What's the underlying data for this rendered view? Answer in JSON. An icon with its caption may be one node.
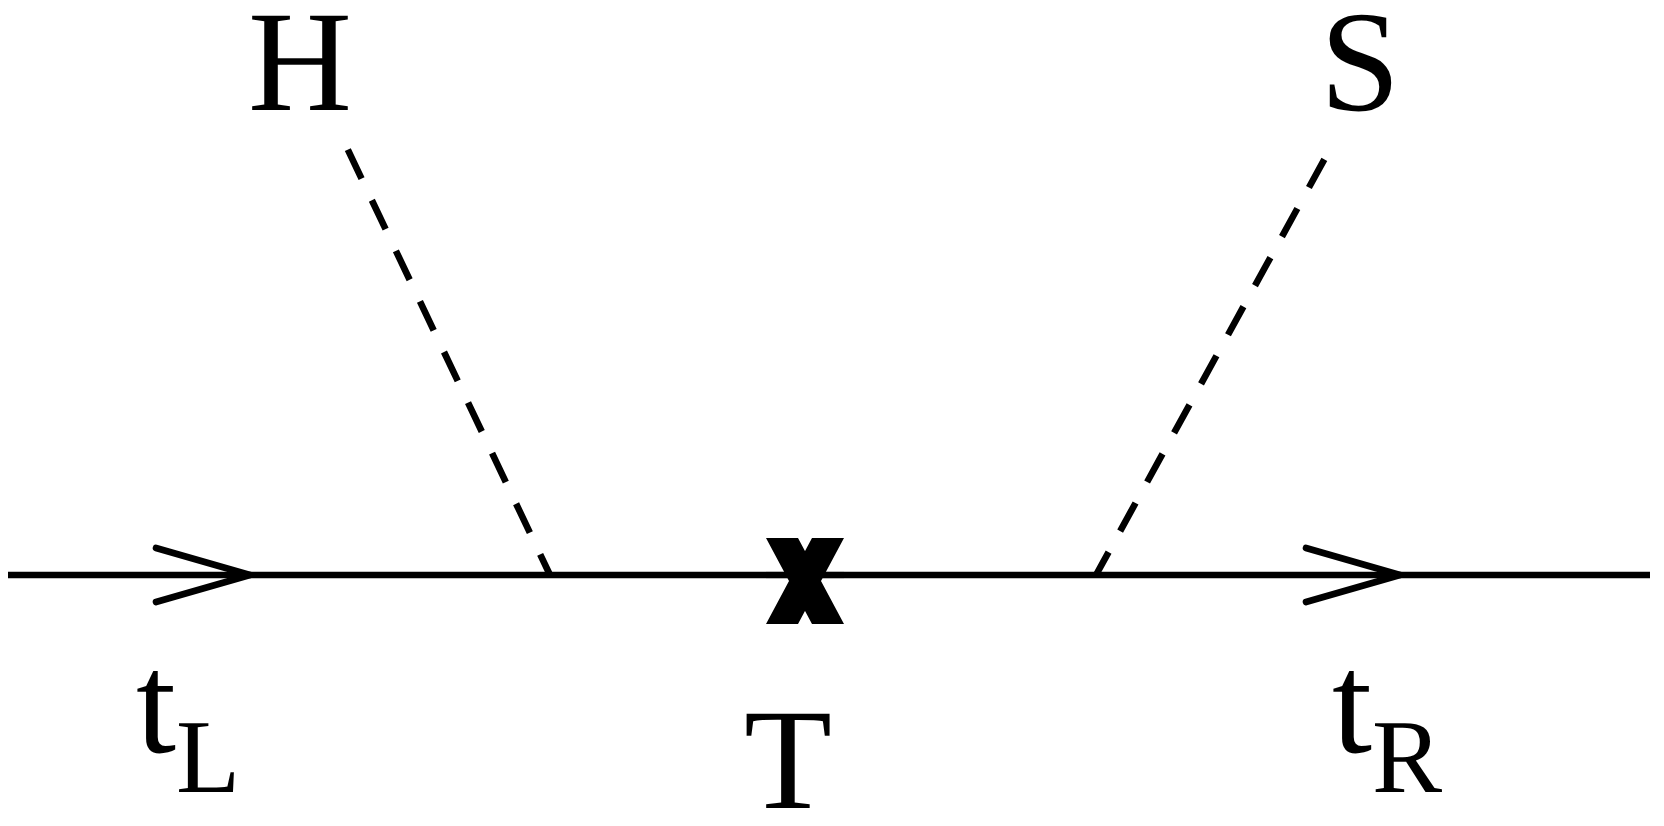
{
  "diagram": {
    "nodes": [
      {
        "text": [
          "H"
        ]
      },
      {
        "text": [
          "S"
        ]
      },
      {
        "text": [],
        "shape": "cross",
        "beside": [
          "T"
        ]
      }
    ],
    "edges": [
      {
        "from": 0,
        "to": null,
        "arrow": "none",
        "style": "dashed"
      },
      {
        "from": 1,
        "to": null,
        "arrow": "none",
        "style": "dashed"
      },
      {
        "from": null,
        "to": 2,
        "arrow": "to",
        "label": "t$_{L}$"
      },
      {
        "from": 2,
        "to": null,
        "arrow": "to",
        "label": "t$_{R}$"
      }
    ]
  }
}
